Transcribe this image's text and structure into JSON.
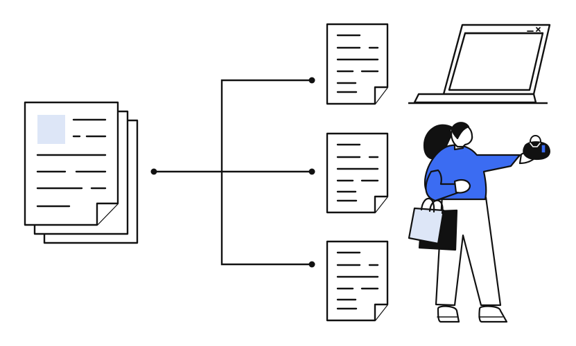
{
  "illustration": {
    "palette": {
      "ink": "#111111",
      "paper": "#ffffff",
      "accent_blue": "#3b6cf2",
      "light_blue": "#dde6f7",
      "dark": "#111111"
    },
    "elements": {
      "source_document_stack": "stack-of-documents",
      "branch_connector": "tree-connector",
      "output_documents": [
        "document",
        "document",
        "document"
      ],
      "laptop": "laptop",
      "person": "woman-holding-bag",
      "shopping_bags": "shopping-bags"
    }
  }
}
